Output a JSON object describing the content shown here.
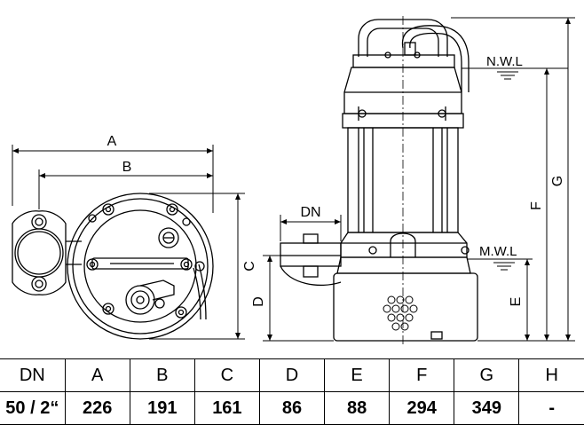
{
  "labels": {
    "A": "A",
    "B": "B",
    "C": "C",
    "D": "D",
    "DN": "DN",
    "E": "E",
    "F": "F",
    "G": "G",
    "nwl": "N.W.L",
    "mwl": "M.W.L"
  },
  "table": {
    "headers": [
      "DN",
      "A",
      "B",
      "C",
      "D",
      "E",
      "F",
      "G",
      "H"
    ],
    "values": [
      "50 / 2“",
      "226",
      "191",
      "161",
      "86",
      "88",
      "294",
      "349",
      "-"
    ]
  }
}
